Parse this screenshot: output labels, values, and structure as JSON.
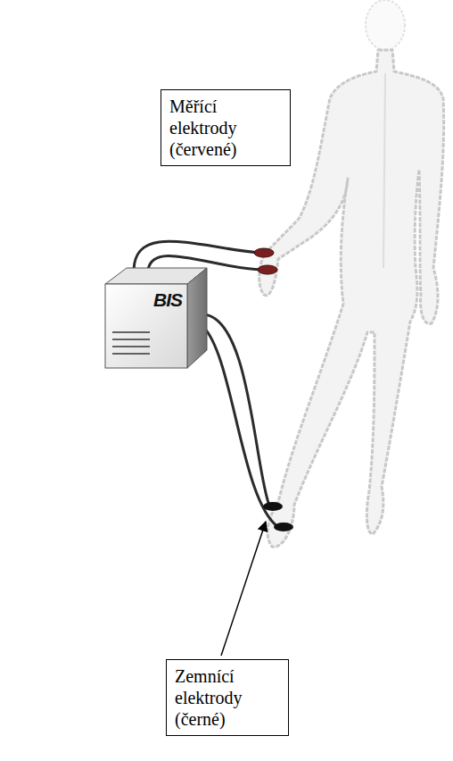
{
  "diagram": {
    "nodes": [
      {
        "text": [
          "Měřící elektrody (červené)"
        ]
      },
      {
        "text": [
          "BIS"
        ]
      },
      {
        "text": [
          "Zemnící elektrody (černé)"
        ]
      }
    ]
  }
}
